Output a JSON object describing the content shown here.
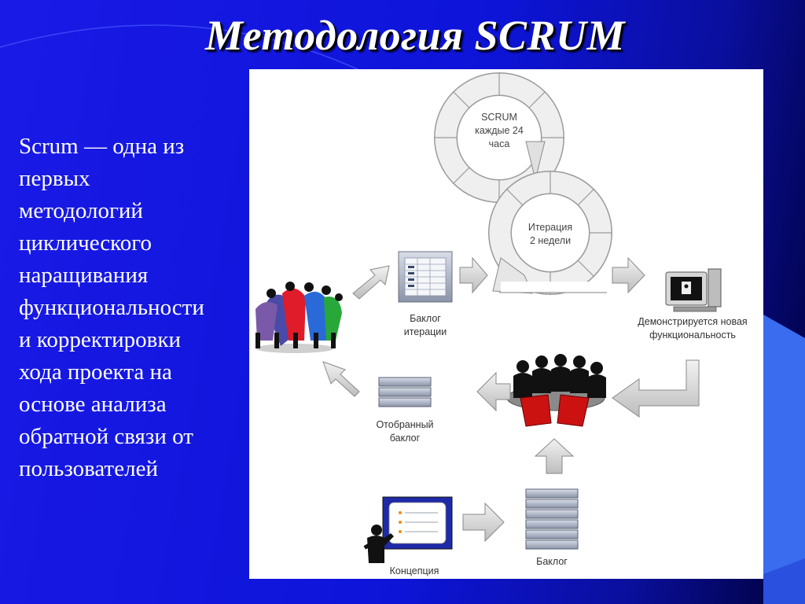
{
  "slide": {
    "title": "Методология SCRUM",
    "body_lines": [
      "Scrum — одна из",
      "первых",
      "методологий",
      "циклического",
      "наращивания",
      "функциональности",
      "и корректировки",
      "хода проекта на",
      "основе анализа",
      "обратной связи от",
      "пользователей"
    ]
  },
  "diagram": {
    "scrum_cycle": [
      "SCRUM",
      "каждые 24",
      "часа"
    ],
    "iteration_cycle": [
      "Итерация",
      "2 недели"
    ],
    "iteration_backlog": [
      "Баклог",
      "итерации"
    ],
    "demo": [
      "Демонстрируется новая",
      "функциональность"
    ],
    "selected_backlog": [
      "Отобранный",
      "баклог"
    ],
    "concept": "Концепция",
    "backlog": "Баклог"
  },
  "colors": {
    "background": "#1010d8",
    "title": "#ffffff",
    "accent_blue": "#3a6cf0",
    "chair_red": "#cc1111"
  },
  "icons": [
    "team-huddle-icon",
    "computer-icon",
    "meeting-table-icon",
    "presenter-board-icon"
  ]
}
